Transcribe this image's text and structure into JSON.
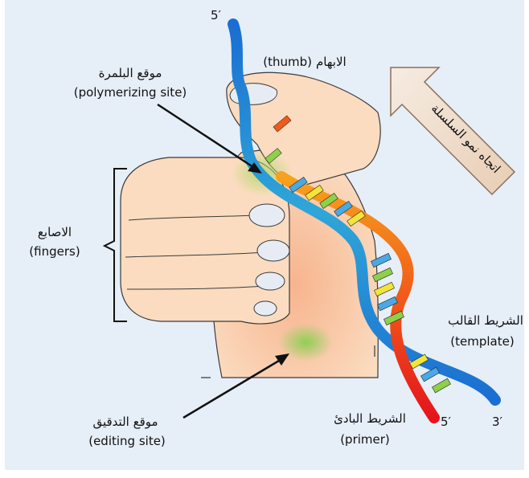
{
  "labels": {
    "five_prime_top": "5′",
    "thumb_ar": "الابهام",
    "thumb_en": "(thumb)",
    "polymerizing_ar": "موقع البلمرة",
    "polymerizing_en": "(polymerizing site)",
    "fingers_ar": "الاصابع",
    "fingers_en": "(fingers)",
    "template_ar": "الشريط القالب",
    "template_en": "(template)",
    "editing_ar": "موقع التدقيق",
    "editing_en": "(editing site)",
    "primer_ar": "الشريط البادئ",
    "primer_en": "(primer)",
    "five_prime_bottom": "5′",
    "three_prime_bottom": "3′",
    "growth_direction_ar": "اتجاه نمو السلسلة"
  },
  "colors": {
    "background": "#e6eef8",
    "skin": "#fbd9b8",
    "skin_shade": "#f5b896",
    "template_strand": "#1b7fd6",
    "primer_strand": "#f0421c",
    "polymerizing_glow": "#b9d770",
    "editing_glow": "#8fcf55",
    "arrow_fill": "#f2e4d6"
  }
}
